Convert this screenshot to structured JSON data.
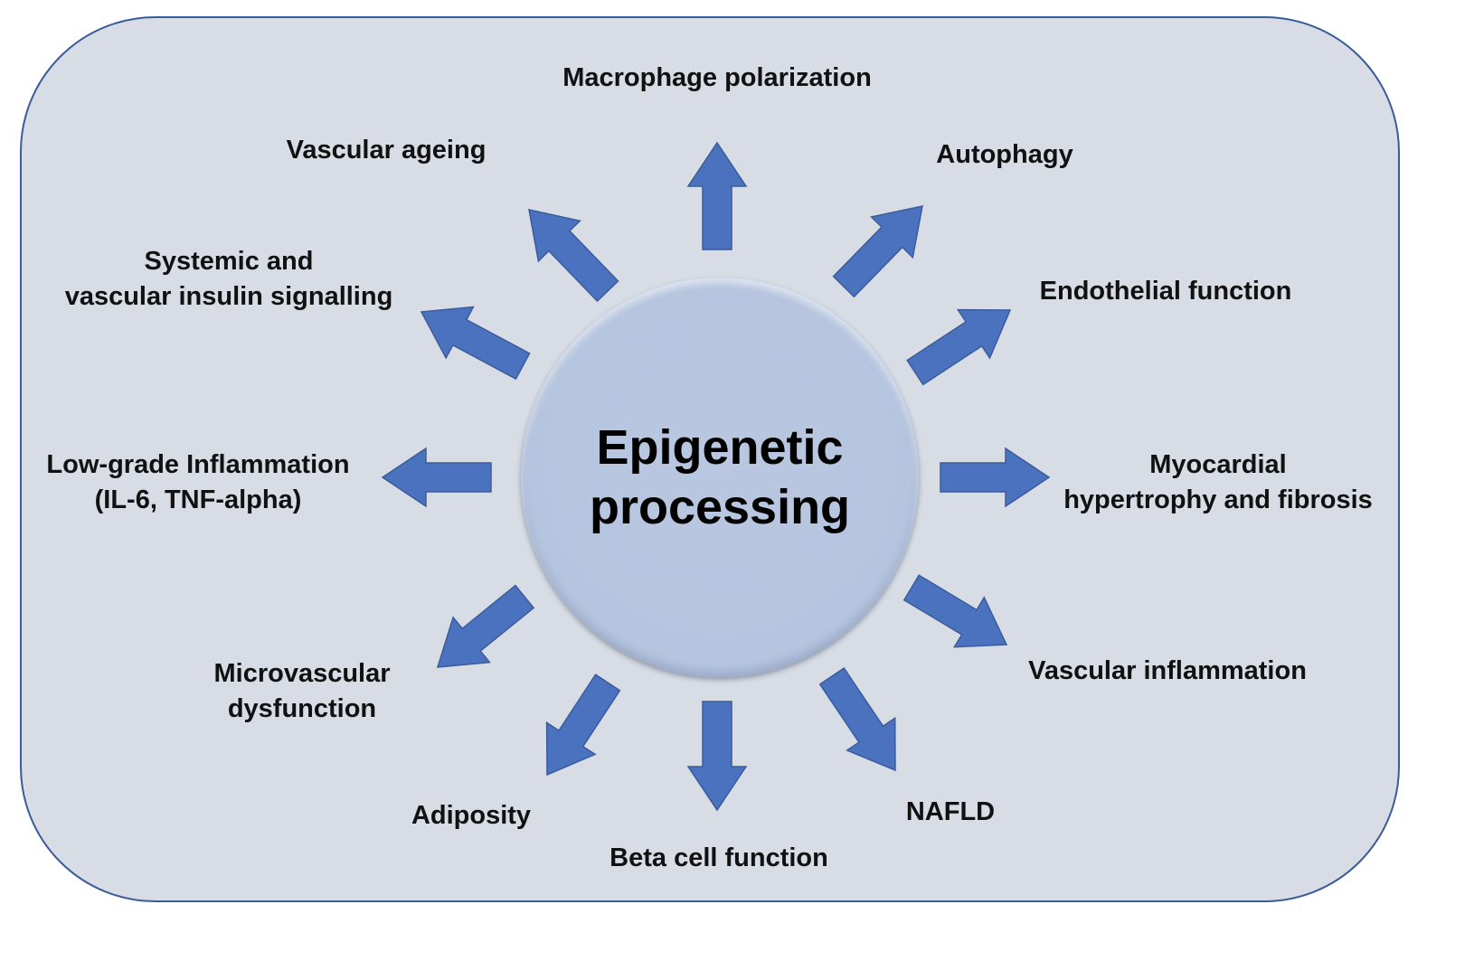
{
  "hub": {
    "line1": "Epigenetic",
    "line2": "processing"
  },
  "colors": {
    "background": "#d7dce5",
    "border": "#3b5c9a",
    "arrow_fill": "#4a72bf",
    "arrow_stroke": "#3b5c9a",
    "hub_fill": "#b6c5df"
  },
  "outcomes": [
    {
      "id": "macrophage",
      "lines": [
        "Macrophage polarization"
      ]
    },
    {
      "id": "autophagy",
      "lines": [
        "Autophagy"
      ]
    },
    {
      "id": "endothelial",
      "lines": [
        "Endothelial function"
      ]
    },
    {
      "id": "myocardial",
      "lines": [
        "Myocardial",
        "hypertrophy and fibrosis"
      ]
    },
    {
      "id": "vascular-inflammation",
      "lines": [
        "Vascular inflammation"
      ]
    },
    {
      "id": "nafld",
      "lines": [
        "NAFLD"
      ]
    },
    {
      "id": "beta-cell",
      "lines": [
        "Beta cell function"
      ]
    },
    {
      "id": "adiposity",
      "lines": [
        "Adiposity"
      ]
    },
    {
      "id": "microvascular",
      "lines": [
        "Microvascular",
        "dysfunction"
      ]
    },
    {
      "id": "low-grade-inflammation",
      "lines": [
        "Low-grade Inflammation",
        "(IL-6, TNF-alpha)"
      ]
    },
    {
      "id": "insulin-signalling",
      "lines": [
        "Systemic and",
        "vascular insulin signalling"
      ]
    },
    {
      "id": "vascular-ageing",
      "lines": [
        "Vascular ageing"
      ]
    }
  ]
}
